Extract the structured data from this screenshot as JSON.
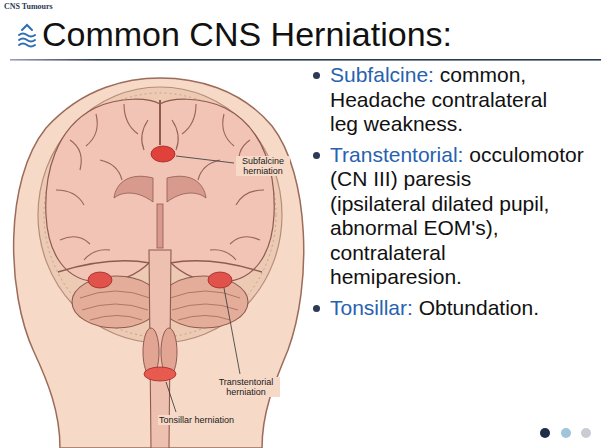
{
  "diagram": {
    "title": "Common CNS Herniations:",
    "labels": [
      "CNS Tumours",
      "Subfalcine herniation",
      "Transtentorial herniation",
      "Tonsillar herniation",
      "Subfalcine:",
      "common, Headache contralateral leg weakness.",
      "Transtentorial:",
      "occulomotor (CN III) paresis (ipsilateral dilated pupil, abnormal EOM's), contralateral hemiparesion.",
      "Tonsillar:",
      "Obtundation."
    ]
  }
}
